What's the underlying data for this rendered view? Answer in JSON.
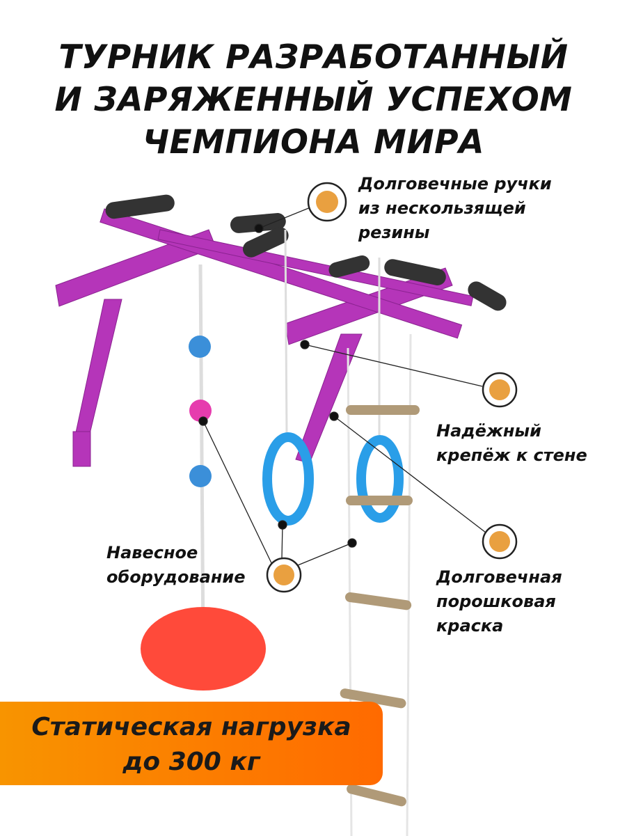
{
  "title": {
    "lines": [
      "ТУРНИК РАЗРАБОТАННЫЙ",
      "И ЗАРЯЖЕННЫЙ УСПЕХОМ",
      "ЧЕМПИОНА МИРА"
    ]
  },
  "callouts": {
    "handles": {
      "lines": [
        "Долговечные ручки",
        "из нескользящей",
        "резины"
      ]
    },
    "mount": {
      "lines": [
        "Надёжный",
        "крепёж к стене"
      ]
    },
    "paint": {
      "lines": [
        "Долговечная",
        "порошковая",
        "краска"
      ]
    },
    "equipment": {
      "lines": [
        "Навесное",
        "оборудование"
      ]
    }
  },
  "banner": {
    "lines": [
      "Статическая нагрузка",
      "до 300 кг"
    ]
  },
  "colors": {
    "frame": "#b535b9",
    "marker": "#e9a040",
    "banner_start": "#f89400",
    "banner_end": "#ff6a00",
    "rings": "#2a9ee8",
    "swing": "#ff4a3a"
  }
}
